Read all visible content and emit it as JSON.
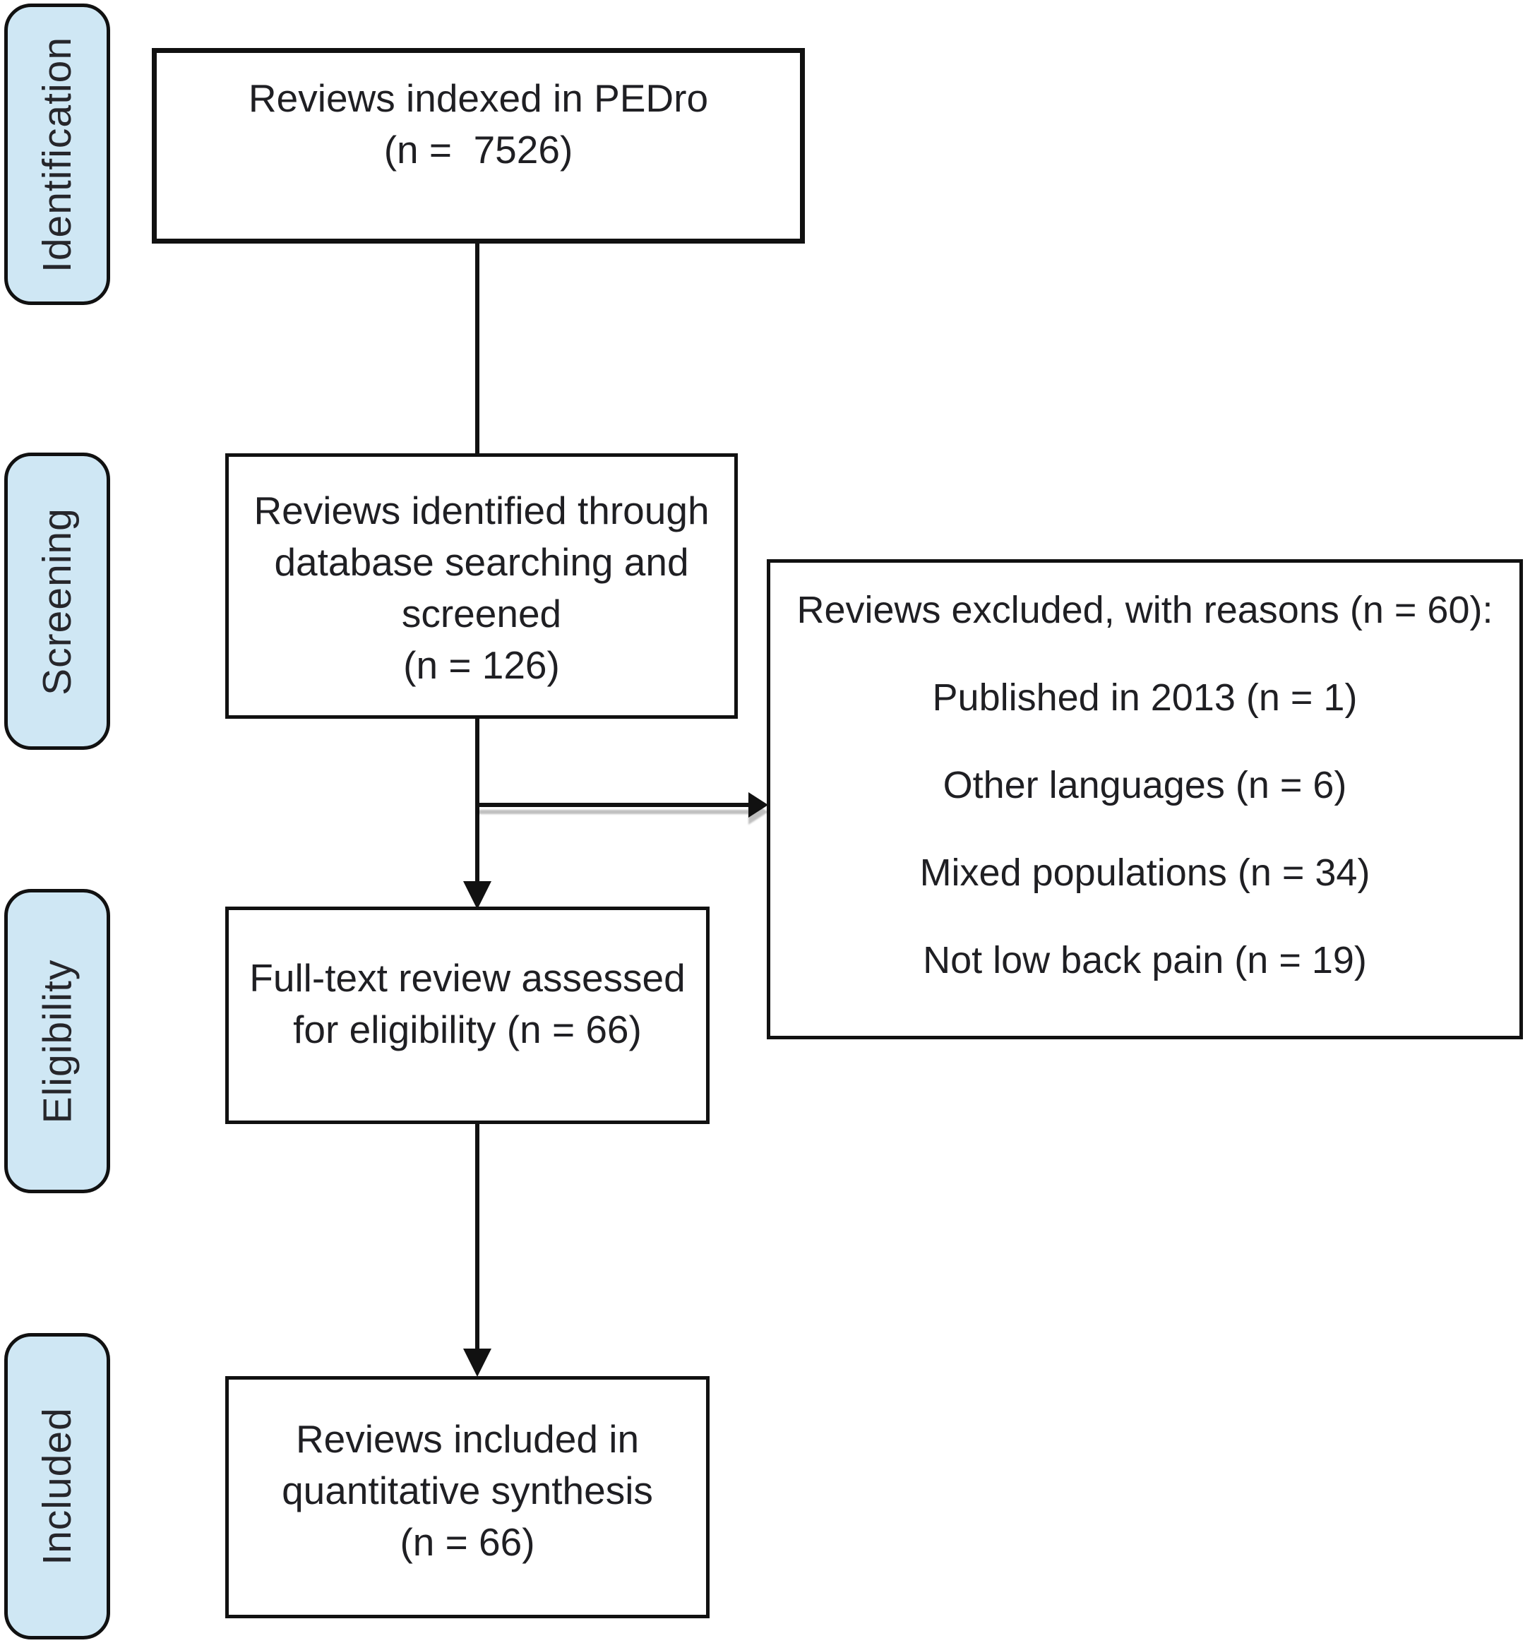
{
  "diagram": {
    "stage_labels": [
      {
        "label": "Identification"
      },
      {
        "label": "Screening"
      },
      {
        "label": "Eligibility"
      },
      {
        "label": "Included"
      }
    ],
    "boxes": {
      "indexed": {
        "lines": [
          "Reviews indexed in PEDro",
          "(n =  7526)"
        ]
      },
      "identified": {
        "lines": [
          "Reviews identified through",
          "database searching and",
          "screened",
          "(n = 126)"
        ]
      },
      "excluded": {
        "heading": "Reviews excluded, with reasons (n = 60):",
        "reasons": [
          "Published in 2013 (n = 1)",
          "Other languages (n = 6)",
          "Mixed populations (n = 34)",
          "Not low back pain (n = 19)"
        ]
      },
      "fulltext": {
        "lines": [
          "Full-text review assessed",
          "for eligibility (n = 66)"
        ]
      },
      "included": {
        "lines": [
          "Reviews included in",
          "quantitative synthesis",
          "(n = 66)"
        ]
      }
    },
    "colors": {
      "stage_fill": "#cfe7f4",
      "stage_border": "#111111",
      "box_fill": "#ffffff",
      "box_border": "#111111",
      "arrow": "#111111",
      "text": "#26262b"
    }
  }
}
